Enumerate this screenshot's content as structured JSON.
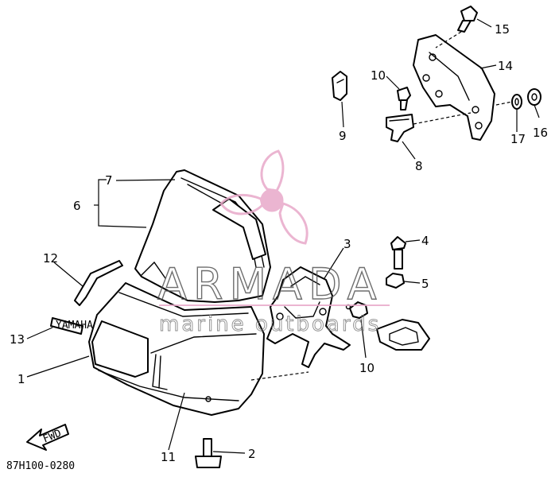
{
  "callouts": [
    "1",
    "2",
    "3",
    "4",
    "5",
    "6",
    "7",
    "8",
    "9",
    "10",
    "10",
    "11",
    "12",
    "13",
    "14",
    "15",
    "16",
    "17"
  ],
  "fwd_label": "FWD",
  "decal_text": "YAMAHA",
  "diagram_code": "87H100-0280",
  "watermark": {
    "brand": "ARMADA",
    "tagline": "marine outboards",
    "color": "#e8a9c9"
  }
}
